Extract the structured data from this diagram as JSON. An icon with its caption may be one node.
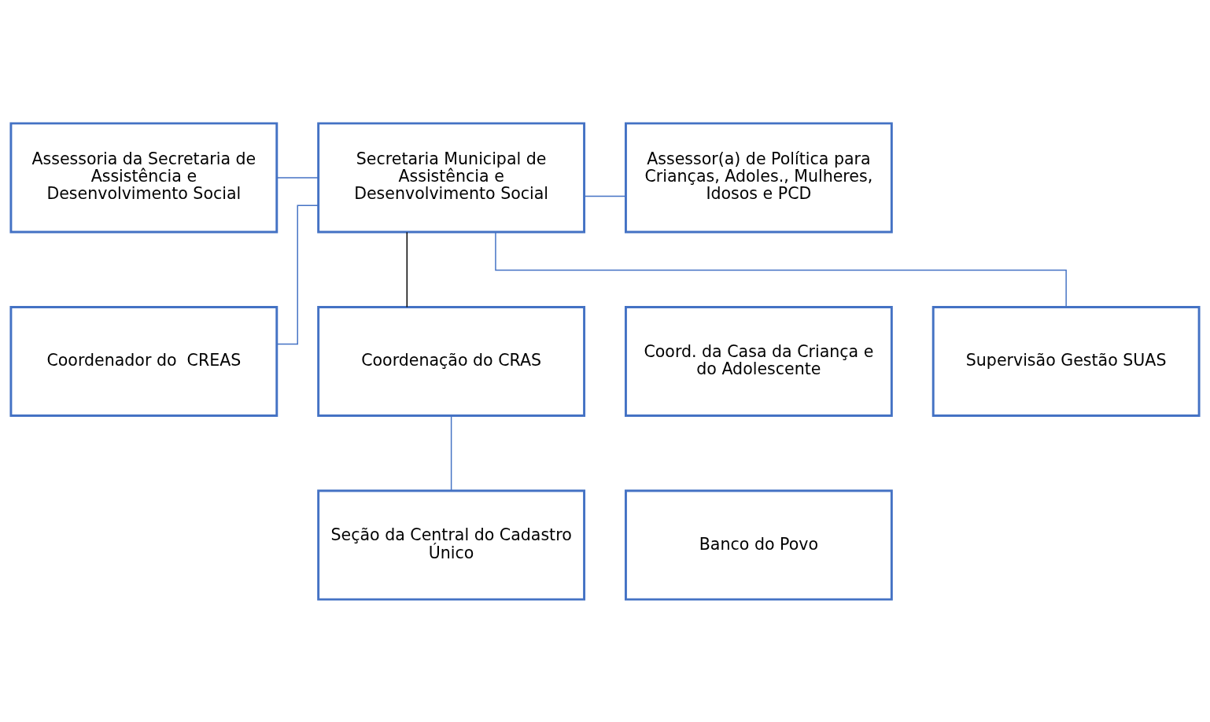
{
  "diagram": {
    "nodes": [
      {
        "text": [
          "Assessoria da Secretaria de Assistência e Desenvolvimento Social"
        ]
      },
      {
        "text": [
          "Secretaria Municipal de Assistência e Desenvolvimento Social"
        ]
      },
      {
        "text": [
          "Assessor(a) de Política para Crianças, Adoles., Mulheres, Idosos e PCD"
        ]
      },
      {
        "text": [
          "Coordenador do  CREAS"
        ]
      },
      {
        "text": [
          "Coordenação do CRAS"
        ]
      },
      {
        "text": [
          "Coord. da Casa da Criança e do Adolescente"
        ]
      },
      {
        "text": [
          "Supervisão Gestão SUAS"
        ]
      },
      {
        "text": [
          "Seção da Central do Cadastro Único"
        ]
      },
      {
        "text": [
          "Banco do Povo"
        ]
      }
    ],
    "edges": [
      {
        "from": 0,
        "to": 1,
        "arrow": "none"
      },
      {
        "from": 1,
        "to": 2,
        "arrow": "none"
      },
      {
        "from": 1,
        "to": 4,
        "arrow": "none",
        "color": "#000000"
      },
      {
        "from": 1,
        "to": 3,
        "arrow": "none"
      },
      {
        "from": 1,
        "to": 6,
        "arrow": "none"
      },
      {
        "from": 4,
        "to": 7,
        "arrow": "none"
      }
    ]
  }
}
